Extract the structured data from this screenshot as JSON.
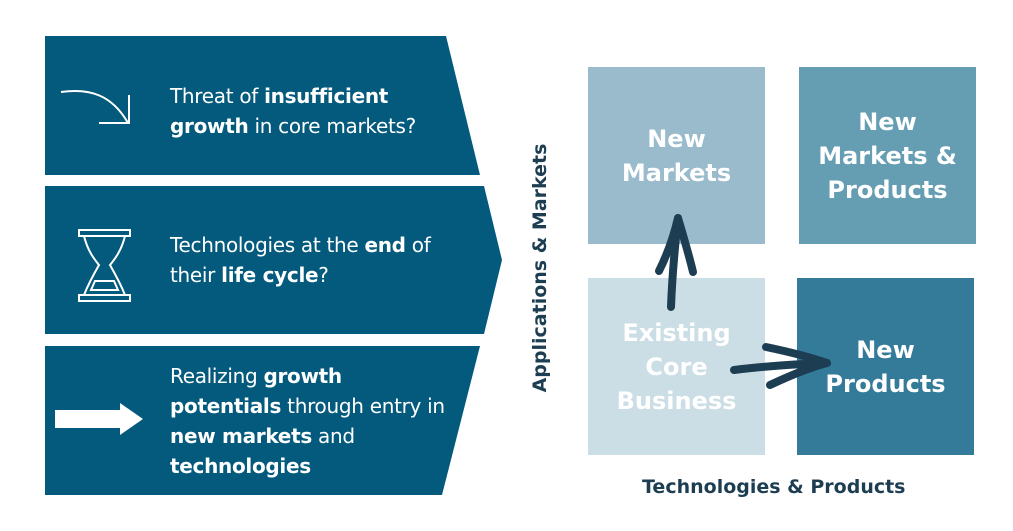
{
  "panels": [
    {
      "icon": "curved-down-arrow-icon",
      "parts": [
        {
          "t": "Threat of ",
          "b": false
        },
        {
          "t": "insufficient",
          "b": true
        },
        {
          "t": " growth",
          "b": true
        },
        {
          "t": " in core markets?",
          "b": false
        }
      ]
    },
    {
      "icon": "hourglass-icon",
      "parts": [
        {
          "t": "Technologies at the ",
          "b": false
        },
        {
          "t": "end",
          "b": true
        },
        {
          "t": " of their ",
          "b": false
        },
        {
          "t": "life cycle",
          "b": true
        },
        {
          "t": "?",
          "b": false
        }
      ]
    },
    {
      "icon": "right-arrow-icon",
      "parts": [
        {
          "t": "Realizing ",
          "b": false
        },
        {
          "t": "growth potentials",
          "b": true
        },
        {
          "t": " through entry in ",
          "b": false
        },
        {
          "t": "new markets",
          "b": true
        },
        {
          "t": " and ",
          "b": false
        },
        {
          "t": "technologies",
          "b": true
        }
      ]
    }
  ],
  "matrix": {
    "new_markets": "New Markets",
    "new_markets_products": "New Markets & Products",
    "existing_core": "Existing Core Business",
    "new_products": "New Products",
    "y_axis": "Applications & Markets",
    "x_axis": "Technologies & Products"
  },
  "colors": {
    "panel": "#045a7d",
    "new_markets": "#9abbcc",
    "new_markets_products": "#659db2",
    "existing_core": "#cbdde5",
    "new_products": "#347b99",
    "arrow": "#1d3e52"
  }
}
